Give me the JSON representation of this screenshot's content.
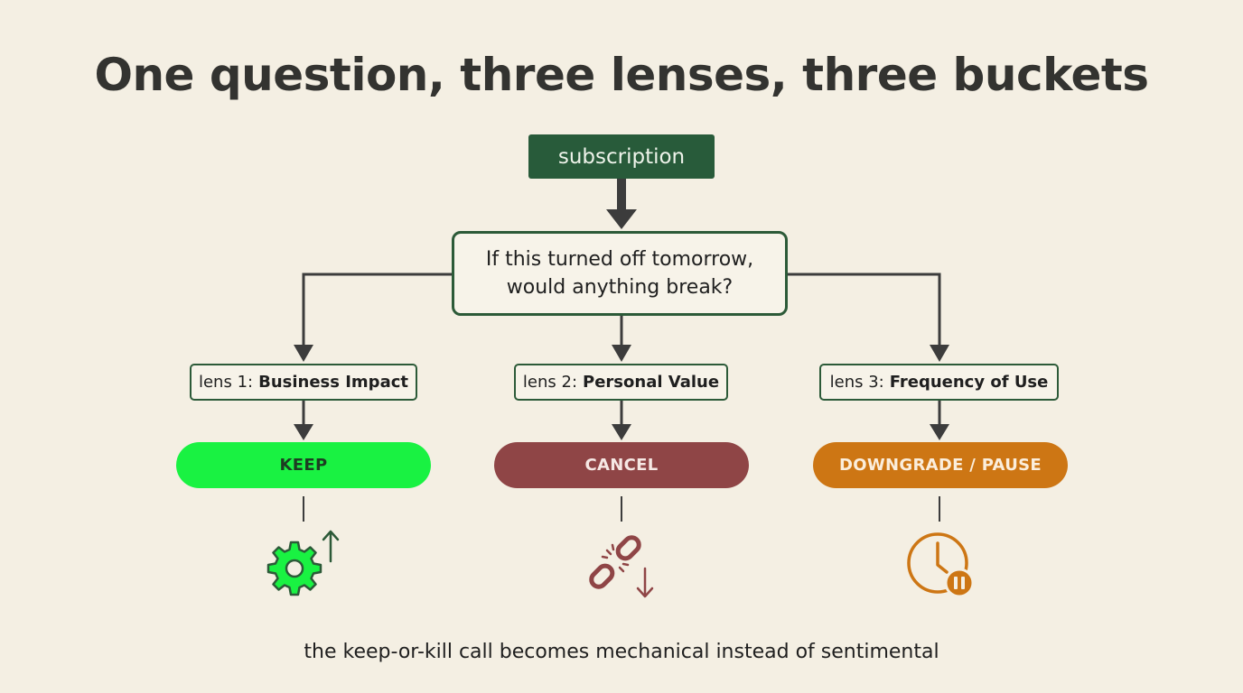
{
  "title": "One question, three lenses, three buckets",
  "root": "subscription",
  "question": {
    "line1": "If this turned off tomorrow,",
    "line2": "would anything break?"
  },
  "lenses": [
    {
      "prefix": "lens 1:",
      "name": "Business Impact"
    },
    {
      "prefix": "lens 2:",
      "name": "Personal Value"
    },
    {
      "prefix": "lens 3:",
      "name": "Frequency of Use"
    }
  ],
  "buckets": [
    {
      "label": "KEEP",
      "color": "#19f242",
      "icon": "gear-up-arrow-icon"
    },
    {
      "label": "CANCEL",
      "color": "#8f4546",
      "icon": "broken-link-down-arrow-icon"
    },
    {
      "label": "DOWNGRADE / PAUSE",
      "color": "#cd7614",
      "icon": "clock-pause-icon"
    }
  ],
  "colors": {
    "background": "#f4efe3",
    "node_border": "#2c5a38",
    "root_fill": "#285b3a",
    "connector": "#3c3c3c"
  },
  "footer": "the keep-or-kill call becomes mechanical instead of sentimental"
}
